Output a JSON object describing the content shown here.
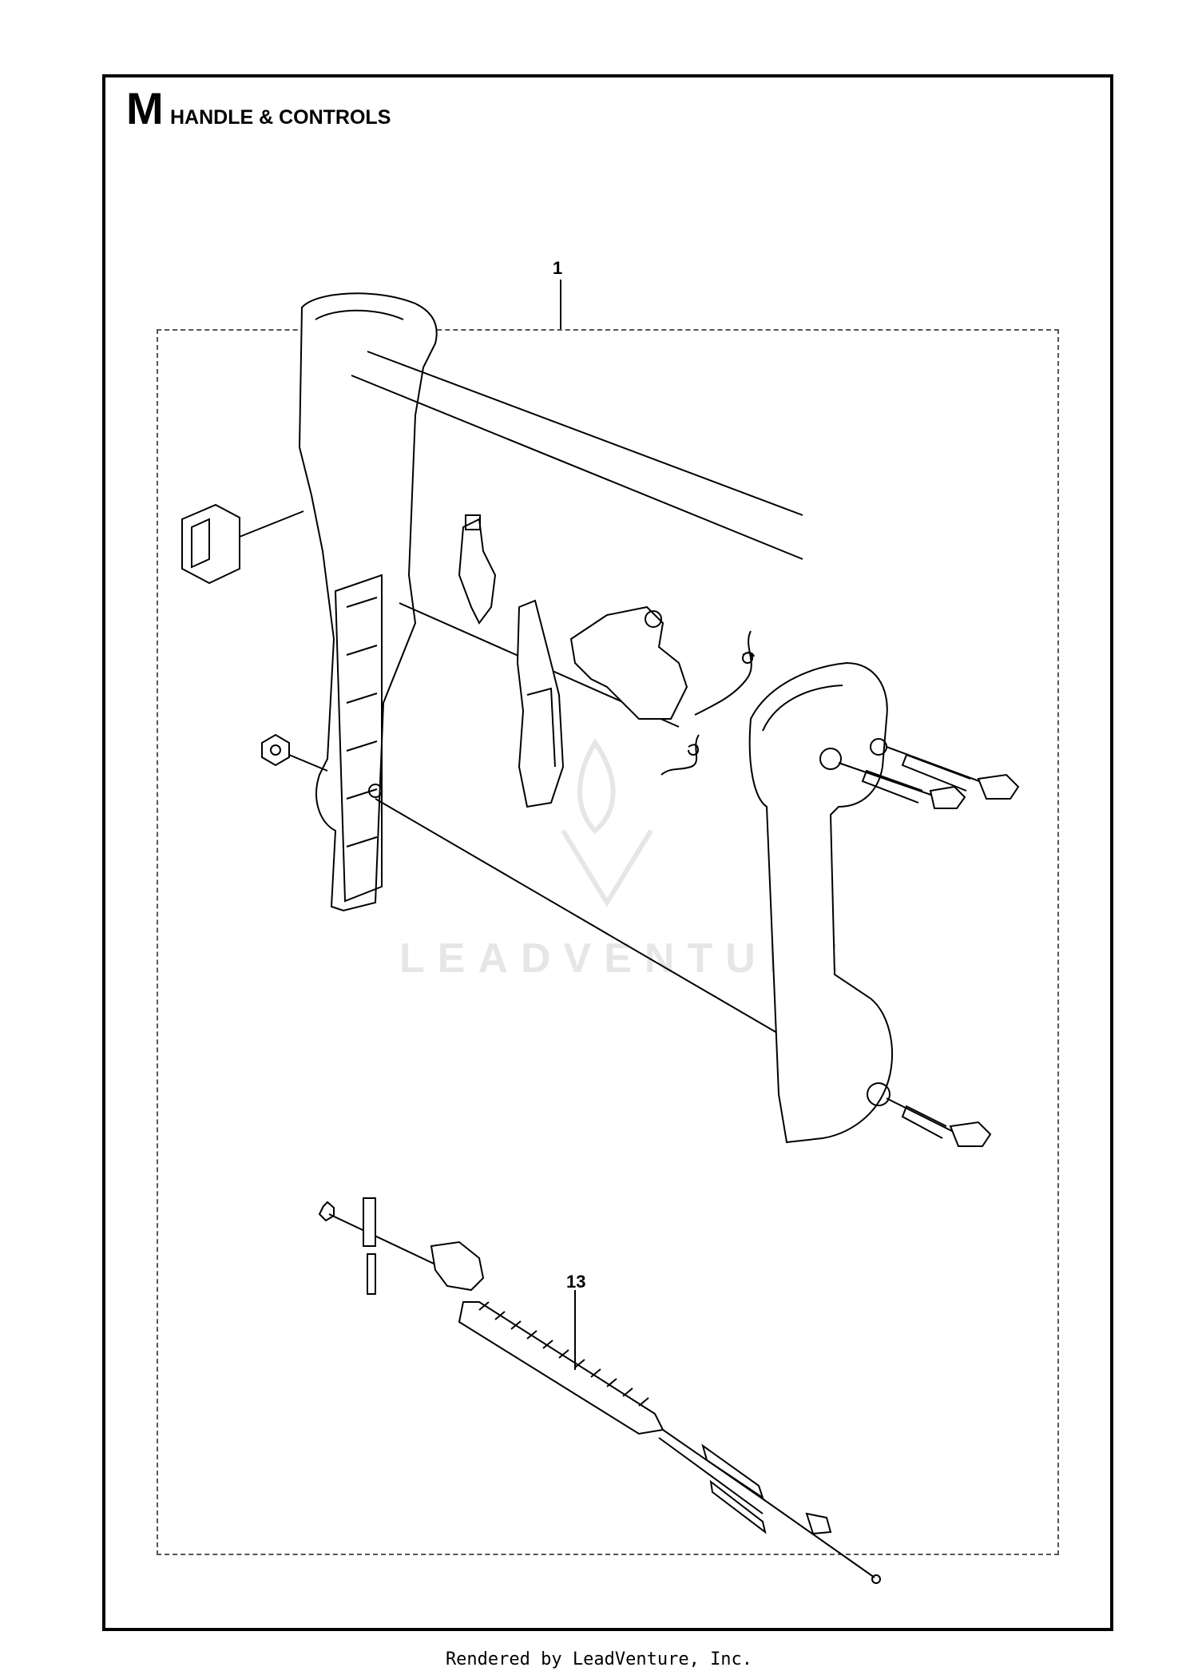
{
  "header": {
    "section_letter": "M",
    "section_title": "HANDLE & CONTROLS"
  },
  "callouts": [
    {
      "id": "1",
      "label": "1"
    },
    {
      "id": "13",
      "label": "13"
    }
  ],
  "watermark": {
    "text": "LEADVENTURE"
  },
  "footer": {
    "text": "Rendered by LeadVenture, Inc."
  },
  "colors": {
    "line": "#000000",
    "dashed_box": "#555555",
    "watermark": "#e6e6e6"
  }
}
